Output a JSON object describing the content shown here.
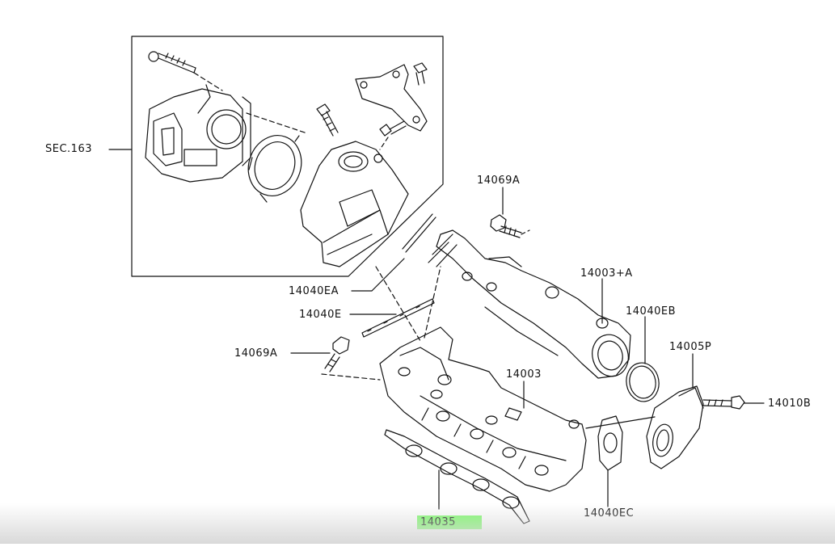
{
  "labels": {
    "sec163": "SEC.163",
    "p14069a_top": "14069A",
    "p14003a": "14003+A",
    "p14040ea": "14040EA",
    "p14040e": "14040E",
    "p14040eb": "14040EB",
    "p14069a_left": "14069A",
    "p14003": "14003",
    "p14005p": "14005P",
    "p14010b": "14010B",
    "p14035": "14035",
    "p14040ec": "14040EC"
  },
  "colors": {
    "line": "#111111",
    "highlight": "#7CFC6A"
  }
}
